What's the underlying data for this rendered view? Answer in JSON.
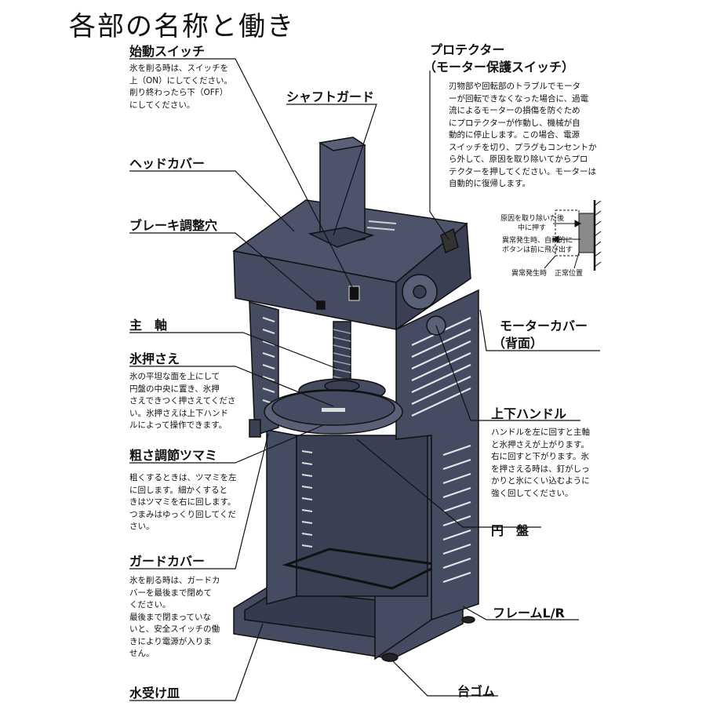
{
  "title": "各部の名称と働き",
  "parts": {
    "start_switch": {
      "label": "始動スイッチ",
      "desc": "氷を削る時は、スイッチを\n上（ON）にしてください。\n削り終わったら下（OFF）\nにしてください。"
    },
    "shaft_guard": {
      "label": "シャフトガード"
    },
    "head_cover": {
      "label": "ヘッドカバー"
    },
    "brake_hole": {
      "label": "ブレーキ調整穴"
    },
    "main_shaft": {
      "label": "主　軸"
    },
    "ice_holder": {
      "label": "氷押さえ",
      "desc": "氷の平坦な面を上にして\n円盤の中央に置き、氷押\nさえできつく押さえてくださ\nい。氷押さえは上下ハンド\nルによって操作できます。"
    },
    "coarseness_knob": {
      "label": "粗さ調節ツマミ",
      "desc": "粗くするときは、ツマミを左\nに回します。細かくすると\nきはツマミを右に回します。\nつまみはゆっくり回してくだ\nさい。"
    },
    "guard_cover": {
      "label": "ガードカバー",
      "desc": "氷を削る時は、ガードカ\nバーを最後まで閉めて\nください。\n最後まで閉まっていな\nいと、安全スイッチの働\nきにより電源が入りま\nせん。"
    },
    "drip_tray": {
      "label": "水受け皿"
    },
    "protector": {
      "label": "プロテクター",
      "label2": "（モーター保護スイッチ）",
      "desc": "刃物部や回転部のトラブルでモータ\nーが回転できなくなった場合に、過電\n流によるモーターの損傷を防ぐため\nにプロテクターが作動し、機械が自\n動的に停止します。この場合、電源\nスイッチを切り、プラグもコンセントか\nら外して、原因を取り除いてからプロ\nテクターを押してください。モーターは\n自動的に復帰します。"
    },
    "motor_cover": {
      "label": "モーターカバー",
      "label2": "（背面）"
    },
    "updown_handle": {
      "label": "上下ハンドル",
      "desc": "ハンドルを左に回すと主軸\nと氷押さえが上がります。\n右に回すと下がります。氷\nを押さえる時は、釘がしっ\nかりと氷にくい込むように\n強く回してください。"
    },
    "disk": {
      "label": "円　盤"
    },
    "frame": {
      "label": "フレームL/R"
    },
    "rubber_foot": {
      "label": "台ゴム"
    }
  },
  "inset": {
    "push_text_1": "原因を取り除いた後",
    "push_text_2": "中に押す",
    "pop_text_1": "異常発生時、自動的に",
    "pop_text_2": "ボタンは前に飛び出す",
    "abnormal_pos": "異常発生時",
    "normal_pos": "正常位置"
  },
  "colors": {
    "machine": "#444a60",
    "machine_dark": "#2b2f40",
    "line": "#111111"
  }
}
